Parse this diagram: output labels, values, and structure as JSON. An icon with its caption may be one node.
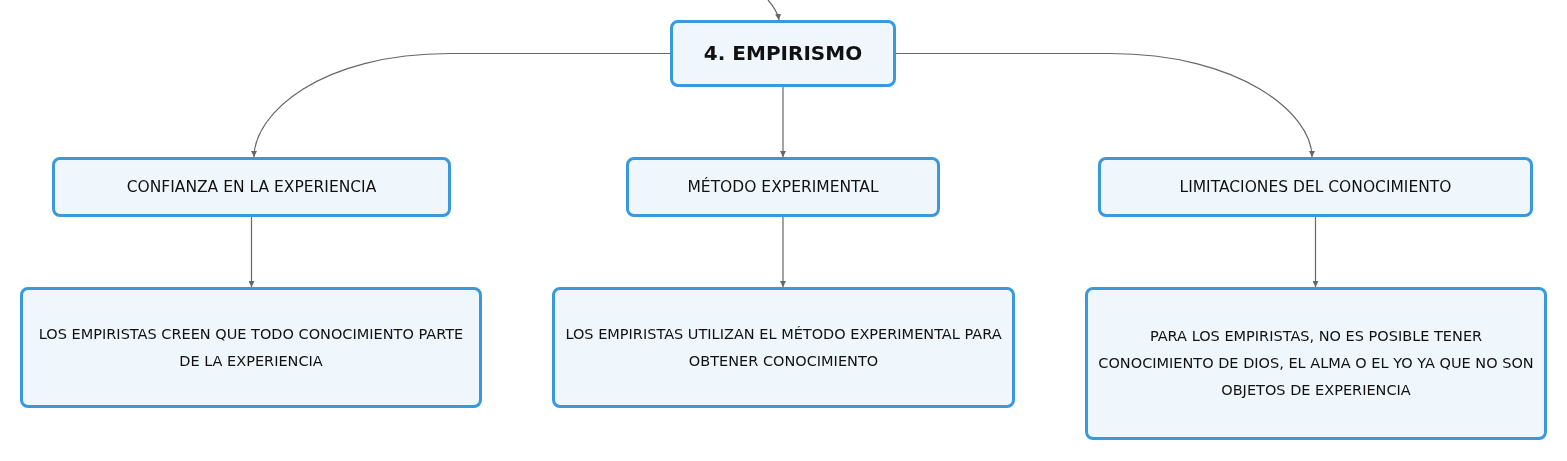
{
  "diagram": {
    "nodes": [
      {
        "text": [
          "4. EMPIRISMO"
        ]
      },
      {
        "text": [
          "CONFIANZA EN LA EXPERIENCIA"
        ]
      },
      {
        "text": [
          "MÉTODO EXPERIMENTAL"
        ]
      },
      {
        "text": [
          "LIMITACIONES DEL CONOCIMIENTO"
        ]
      },
      {
        "text": [
          "LOS EMPIRISTAS CREEN QUE TODO CONOCIMIENTO PARTE DE LA EXPERIENCIA"
        ]
      },
      {
        "text": [
          "LOS EMPIRISTAS UTILIZAN EL MÉTODO EXPERIMENTAL PARA OBTENER CONOCIMIENTO"
        ]
      },
      {
        "text": [
          "PARA LOS EMPIRISTAS, NO ES POSIBLE TENER CONOCIMIENTO DE DIOS, EL ALMA O EL YO YA QUE NO SON OBJETOS DE EXPERIENCIA"
        ]
      }
    ],
    "edges": [
      {
        "from": null,
        "to": 0,
        "arrow": "to"
      },
      {
        "from": 0,
        "to": 1,
        "arrow": "to"
      },
      {
        "from": 0,
        "to": 2,
        "arrow": "to"
      },
      {
        "from": 0,
        "to": 3,
        "arrow": "to"
      },
      {
        "from": 1,
        "to": 4,
        "arrow": "to"
      },
      {
        "from": 2,
        "to": 5,
        "arrow": "to"
      },
      {
        "from": 3,
        "to": 6,
        "arrow": "to"
      }
    ]
  }
}
